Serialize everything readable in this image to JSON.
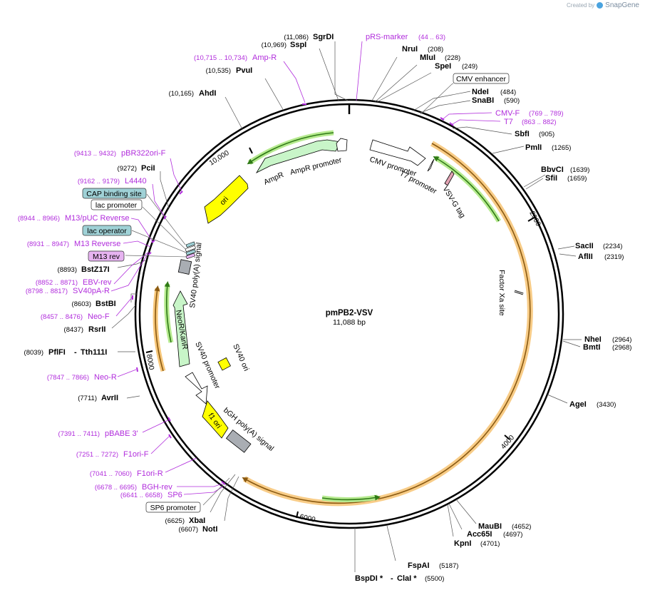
{
  "brand": {
    "created_by": "Created by",
    "name": "SnapGene"
  },
  "plasmid": {
    "name": "pmPB2-VSV",
    "length_label": "11,088 bp",
    "length": 11088
  },
  "ticks": [
    "2000",
    "4000",
    "6000",
    "8000",
    "10,000"
  ],
  "enzymes": {
    "sgrdi": {
      "name": "SgrDI",
      "pos": "(11,086)"
    },
    "sspi": {
      "name": "SspI",
      "pos": "(10,969)"
    },
    "pvui": {
      "name": "PvuI",
      "pos": "(10,535)"
    },
    "ahdi": {
      "name": "AhdI",
      "pos": "(10,165)"
    },
    "pcii": {
      "name": "PciI",
      "pos": "(9272)"
    },
    "bstz17i": {
      "name": "BstZ17I",
      "pos": "(8893)"
    },
    "bstbi": {
      "name": "BstBI",
      "pos": "(8603)"
    },
    "rsrii": {
      "name": "RsrII",
      "pos": "(8437)"
    },
    "pflfi": {
      "name": "PflFI",
      "name2": "Tth111I",
      "pos": "(8039)"
    },
    "avrii": {
      "name": "AvrII",
      "pos": "(7711)"
    },
    "xbai": {
      "name": "XbaI",
      "pos": "(6625)"
    },
    "noti": {
      "name": "NotI",
      "pos": "(6607)"
    },
    "nrui": {
      "name": "NruI",
      "pos": "(208)"
    },
    "mlui": {
      "name": "MluI",
      "pos": "(228)"
    },
    "spei": {
      "name": "SpeI",
      "pos": "(249)"
    },
    "ndei": {
      "name": "NdeI",
      "pos": "(484)"
    },
    "snabi": {
      "name": "SnaBI",
      "pos": "(590)"
    },
    "sbfi": {
      "name": "SbfI",
      "pos": "(905)"
    },
    "pmli": {
      "name": "PmlI",
      "pos": "(1265)"
    },
    "bbvci": {
      "name": "BbvCI",
      "pos": "(1639)"
    },
    "sfii": {
      "name": "SfiI",
      "pos": "(1659)"
    },
    "sacii": {
      "name": "SacII",
      "pos": "(2234)"
    },
    "aflii": {
      "name": "AflII",
      "pos": "(2319)"
    },
    "nhei": {
      "name": "NheI",
      "pos": "(2964)"
    },
    "bmti": {
      "name": "BmtI",
      "pos": "(2968)"
    },
    "agei": {
      "name": "AgeI",
      "pos": "(3430)"
    },
    "maubi": {
      "name": "MauBI",
      "pos": "(4652)"
    },
    "acc65i": {
      "name": "Acc65I",
      "pos": "(4697)"
    },
    "kpni": {
      "name": "KpnI",
      "pos": "(4701)"
    },
    "fspai": {
      "name": "FspAI",
      "pos": "(5187)"
    },
    "bspdi": {
      "name": "BspDI *",
      "name2": "ClaI *",
      "pos": "(5500)"
    }
  },
  "primers": {
    "prs": {
      "name": "pRS-marker",
      "pos": "(44 .. 63)"
    },
    "ampr": {
      "name": "Amp-R",
      "pos": "(10,715 .. 10,734)"
    },
    "pbr": {
      "name": "pBR322ori-F",
      "pos": "(9413 .. 9432)"
    },
    "l4440": {
      "name": "L4440",
      "pos": "(9162 .. 9179)"
    },
    "m13puc": {
      "name": "M13/pUC Reverse",
      "pos": "(8944 .. 8966)"
    },
    "m13rev": {
      "name": "M13 Reverse",
      "pos": "(8931 .. 8947)"
    },
    "ebv": {
      "name": "EBV-rev",
      "pos": "(8852 .. 8871)"
    },
    "sv40pa": {
      "name": "SV40pA-R",
      "pos": "(8798 .. 8817)"
    },
    "neof": {
      "name": "Neo-F",
      "pos": "(8457 .. 8476)"
    },
    "neor": {
      "name": "Neo-R",
      "pos": "(7847 .. 7866)"
    },
    "pbabe": {
      "name": "pBABE 3'",
      "pos": "(7391 .. 7411)"
    },
    "f1orif": {
      "name": "F1ori-F",
      "pos": "(7251 .. 7272)"
    },
    "f1orir": {
      "name": "F1ori-R",
      "pos": "(7041 .. 7060)"
    },
    "bgh": {
      "name": "BGH-rev",
      "pos": "(6678 .. 6695)"
    },
    "sp6": {
      "name": "SP6",
      "pos": "(6641 .. 6658)"
    },
    "cmvf": {
      "name": "CMV-F",
      "pos": "(769 .. 789)"
    },
    "t7": {
      "name": "T7",
      "pos": "(863 .. 882)"
    }
  },
  "boxes": {
    "cap": "CAP binding site",
    "lacprom": "lac promoter",
    "lacop": "lac operator",
    "m13rev": "M13 rev",
    "cmvenh": "CMV enhancer",
    "sp6prom": "SP6 promoter"
  },
  "features": {
    "ampr": "AmpR",
    "ampr_prom": "AmpR promoter",
    "ori": "ori",
    "sv40pa": "SV40 poly(A) signal",
    "neor": "NeoR/KanR",
    "sv40prom": "SV40 promoter",
    "sv40ori": "SV40 ori",
    "f1ori": "f1 ori",
    "bgh": "bGH poly(A) signal",
    "cmvprom": "CMV promoter",
    "t7prom": "T7 promoter",
    "vsvg": "VSV-G tag",
    "fxa": "Factor Xa site"
  },
  "colors": {
    "primer": "#b12ddc",
    "orf_glow": "#f7c77a",
    "orf_line": "#8a5a12",
    "green_glow": "#b6ea8f",
    "green_line": "#2f7a16",
    "ampr_fill": "#c8f5c8",
    "ori_fill": "#ffff00",
    "box_teal": "#9fd1d6",
    "box_violet": "#e6b3f0"
  }
}
